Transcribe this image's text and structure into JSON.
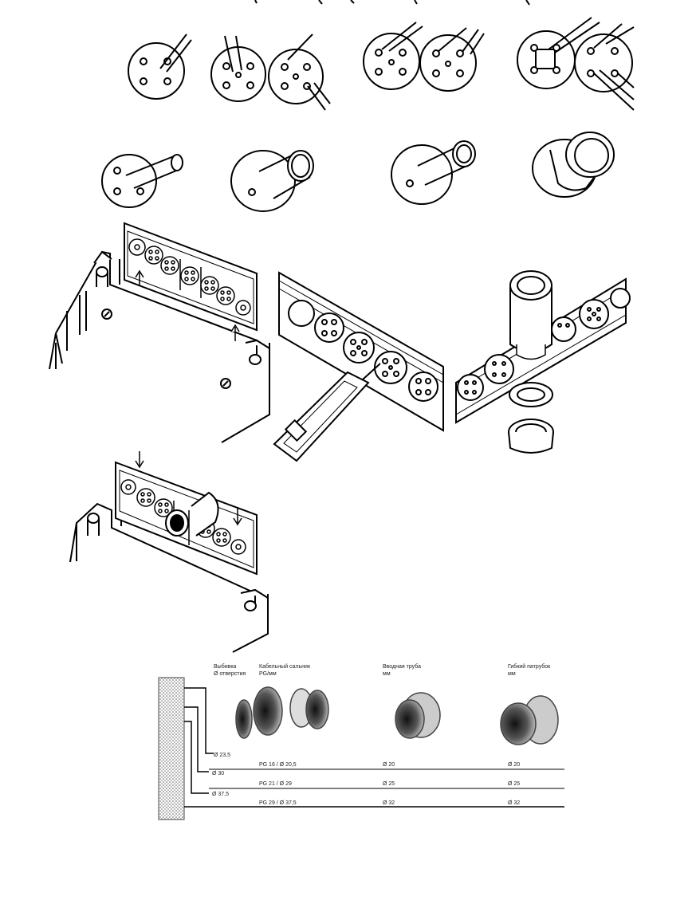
{
  "table": {
    "col_headers": {
      "wall": [
        "Выбивка",
        "Ø отверстия"
      ],
      "gland": [
        "Кабельный сальник",
        "PG/мм"
      ],
      "sleeve": [
        "Вводная труба",
        "мм"
      ],
      "nipple": [
        "Гибкий патрубок",
        "мм"
      ]
    },
    "rows": [
      {
        "hole": "Ø 23,5",
        "gland": "PG 16 / Ø 20,5",
        "sleeve": "Ø 20",
        "nipple": "Ø 20"
      },
      {
        "hole": "Ø 30",
        "gland": "PG 21 / Ø 29",
        "sleeve": "Ø 25",
        "nipple": "Ø 25"
      },
      {
        "hole": "Ø 37,5",
        "gland": "PG 29 / Ø 37,5",
        "sleeve": "Ø 32",
        "nipple": "Ø 32"
      }
    ]
  }
}
